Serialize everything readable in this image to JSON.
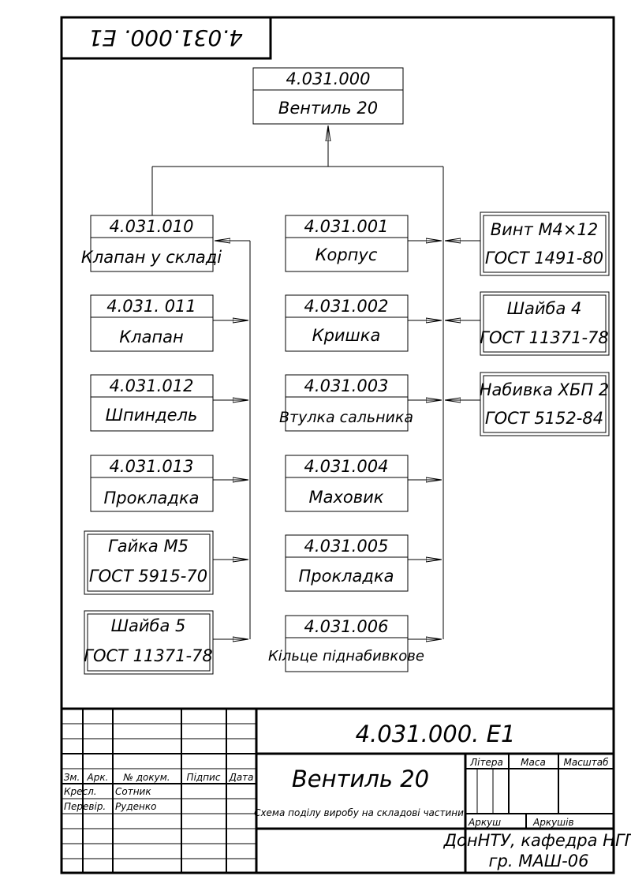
{
  "drawing": {
    "inverted_code": "4.031.000. Е1",
    "root": {
      "code": "4.031.000",
      "name": "Вентиль 20"
    },
    "left_components": [
      {
        "code": "4.031.010",
        "name": "Клапан у складі",
        "standard": false
      },
      {
        "code": "4.031. 011",
        "name": "Клапан",
        "standard": false
      },
      {
        "code": "4.031.012",
        "name": "Шпиндель",
        "standard": false
      },
      {
        "code": "4.031.013",
        "name": "Прокладка",
        "standard": false
      },
      {
        "code": "Гайка  М5",
        "name": "ГОСТ 5915-70",
        "standard": true
      },
      {
        "code": "Шайба 5",
        "name": "ГОСТ 11371-78",
        "standard": true
      }
    ],
    "middle_components": [
      {
        "code": "4.031.001",
        "name": "Корпус"
      },
      {
        "code": "4.031.002",
        "name": "Кришка"
      },
      {
        "code": "4.031.003",
        "name": "Втулка сальника"
      },
      {
        "code": "4.031.004",
        "name": "Маховик"
      },
      {
        "code": "4.031.005",
        "name": "Прокладка"
      },
      {
        "code": "4.031.006",
        "name": "Кільце піднабивкове"
      }
    ],
    "right_components": [
      {
        "line1": "Винт М4×12",
        "line2": "ГОСТ 1491-80"
      },
      {
        "line1": "Шайба  4",
        "line2": "ГОСТ 11371-78"
      },
      {
        "line1": "Набивка ХБП 2",
        "line2": "ГОСТ 5152-84"
      }
    ]
  },
  "title_block": {
    "designation": "4.031.000. Е1",
    "product_name": "Вентиль 20",
    "document_title": "Схема поділу виробу на складові частини",
    "headers": {
      "zm": "Зм.",
      "ark": "Арк.",
      "doc_no": "№ докум.",
      "signature": "Підпис",
      "date": "Дата"
    },
    "roles": {
      "drawn": "Кресл.",
      "checked": "Перевір."
    },
    "people": {
      "drawn": "Сотник",
      "checked": "Руденко"
    },
    "litera": "Літера",
    "mass": "Маса",
    "scale": "Масштаб",
    "sheet": "Аркуш",
    "sheets": "Аркушів",
    "organization": "ДонНТУ, кафедра НГГ",
    "group": "гр. МАШ-06"
  }
}
